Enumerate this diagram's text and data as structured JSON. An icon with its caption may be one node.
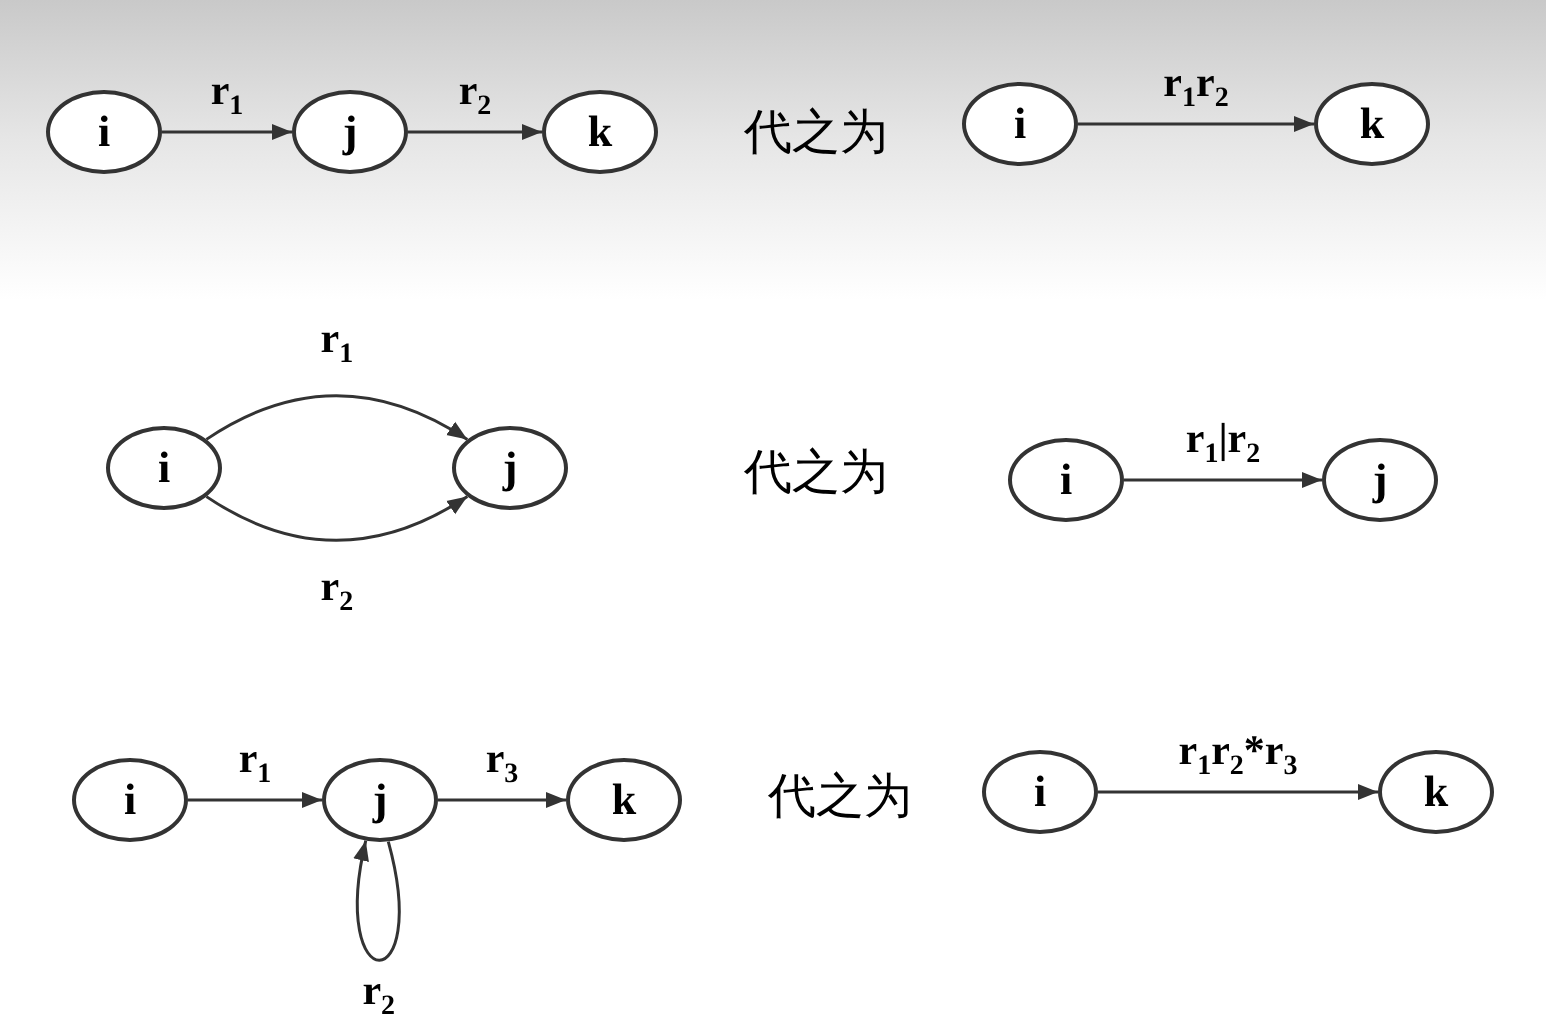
{
  "diagram": {
    "nodes": [
      {
        "text": [
          "i"
        ]
      },
      {
        "text": [
          "j"
        ]
      },
      {
        "text": [
          "k"
        ]
      },
      {
        "text": [
          "i"
        ]
      },
      {
        "text": [
          "k"
        ]
      },
      {
        "text": [
          "i"
        ]
      },
      {
        "text": [
          "j"
        ]
      },
      {
        "text": [
          "i"
        ]
      },
      {
        "text": [
          "j"
        ]
      },
      {
        "text": [
          "i"
        ]
      },
      {
        "text": [
          "j"
        ]
      },
      {
        "text": [
          "k"
        ]
      },
      {
        "text": [
          "i"
        ]
      },
      {
        "text": [
          "k"
        ]
      }
    ],
    "edges": [
      {
        "from": 0,
        "to": 1,
        "arrow": "to",
        "label": "r$_{1}$"
      },
      {
        "from": 1,
        "to": 2,
        "arrow": "to",
        "label": "r$_{2}$"
      },
      {
        "from": 3,
        "to": 4,
        "arrow": "to",
        "label": "r$_{1}$r$_{2}$"
      },
      {
        "from": 5,
        "to": 6,
        "arrow": "to",
        "label": "r$_{1}$"
      },
      {
        "from": 5,
        "to": 6,
        "arrow": "to",
        "label": "r$_{2}$"
      },
      {
        "from": 7,
        "to": 8,
        "arrow": "to",
        "label": "r$_{1}$|r$_{2}$"
      },
      {
        "from": 9,
        "to": 10,
        "arrow": "to",
        "label": "r$_{1}$"
      },
      {
        "from": 10,
        "to": 11,
        "arrow": "to",
        "label": "r$_{3}$"
      },
      {
        "from": 10,
        "to": 10,
        "arrow": "to",
        "label": "r$_{2}$"
      },
      {
        "from": 12,
        "to": 13,
        "arrow": "to",
        "label": "r$_{1}$r$_{2}$*r$_{3}$"
      }
    ],
    "labels": [
      "代之为",
      "代之为",
      "代之为"
    ]
  }
}
